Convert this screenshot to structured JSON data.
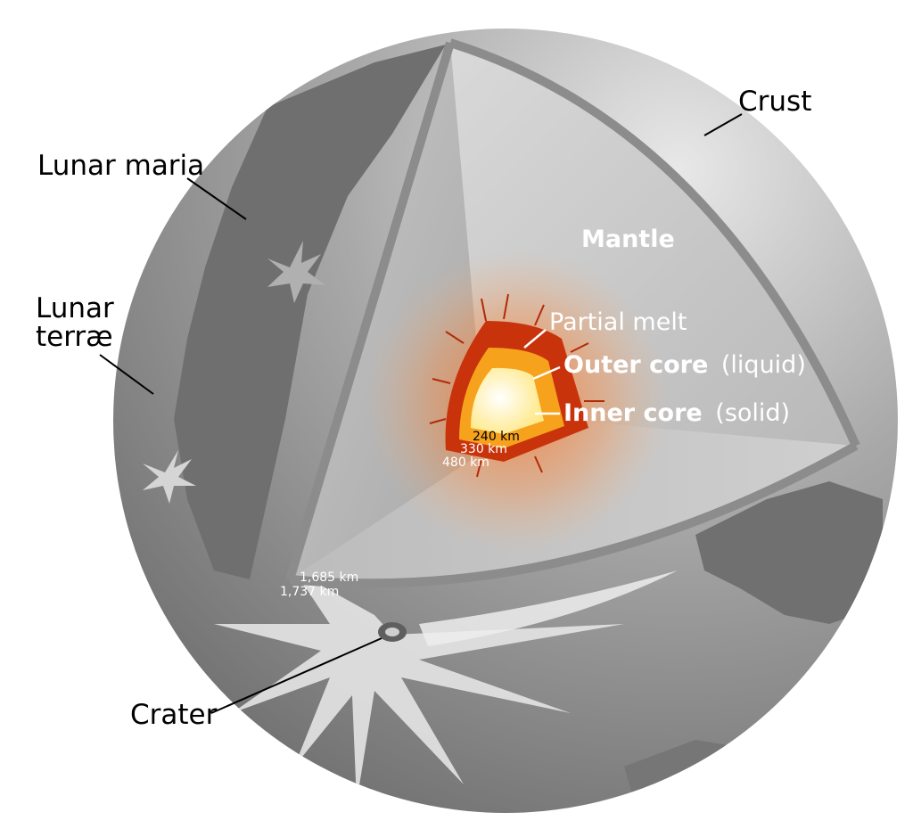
{
  "labels": {
    "crust": "Crust",
    "lunar_maria": "Lunar maria",
    "lunar_terrae_line1": "Lunar",
    "lunar_terrae_line2": "terræ",
    "mantle": "Mantle",
    "partial_melt": "Partial melt",
    "outer_core": "Outer core",
    "outer_core_state": "(liquid)",
    "inner_core": "Inner core",
    "inner_core_state": "(solid)",
    "crater": "Crater"
  },
  "radii": {
    "inner_core": "240 km",
    "outer_core": "330 km",
    "partial_melt": "480 km",
    "mantle": "1,685 km",
    "surface": "1,737 km"
  },
  "colors": {
    "sphere": "#9a9a9a",
    "maria": "#6e6e6e",
    "mantle": "#bdbdbd",
    "partial_melt": "#c8320c",
    "outer_core": "#f5a01a",
    "inner_core": "#fff6cc"
  }
}
